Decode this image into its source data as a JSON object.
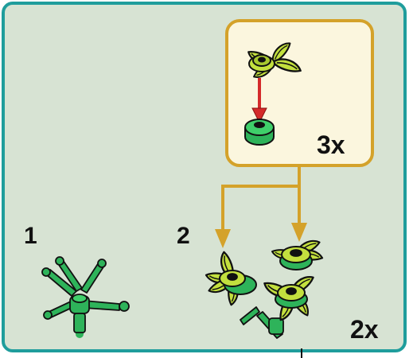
{
  "steps": [
    {
      "number": "1"
    },
    {
      "number": "2",
      "multiplier": "2x"
    }
  ],
  "subassembly": {
    "multiplier": "3x"
  },
  "colors": {
    "frame": "#1f9d9c",
    "background": "#d7e3d3",
    "callout_border": "#d4a22a",
    "callout_background": "#fbf6de",
    "lime": "#c3e03e",
    "green": "#2eb35a",
    "arrow_red": "#d42a2a",
    "connector": "#d4a22a"
  },
  "icons": [
    "leaf-plate-piece",
    "round-plate-piece",
    "stem-piece",
    "flower-piece",
    "down-arrow"
  ]
}
